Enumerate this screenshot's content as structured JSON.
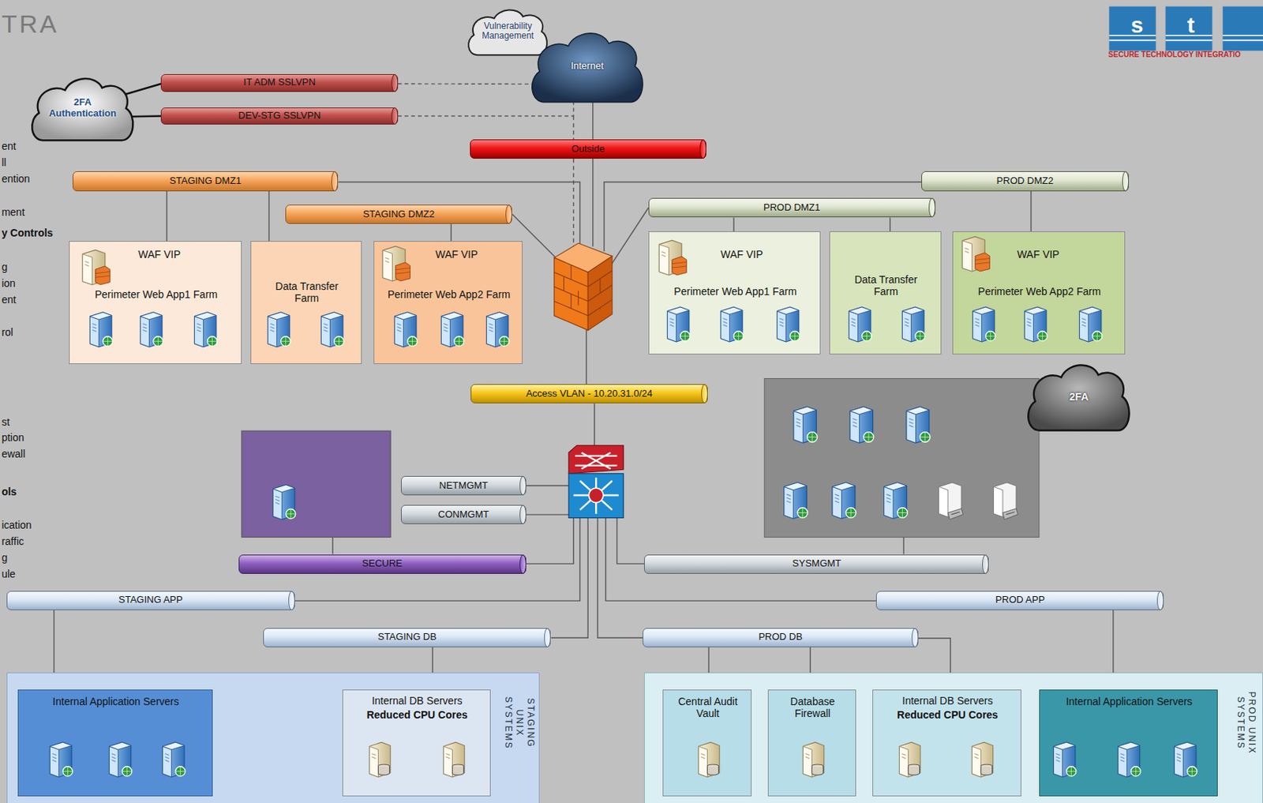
{
  "diagram": {
    "nodes": [
      {
        "text": [
          "Vulnerability Management"
        ]
      },
      {
        "text": [
          "Internet"
        ]
      },
      {
        "text": [
          "2FA Authentication"
        ]
      },
      {
        "text": [
          "IT ADM SSLVPN"
        ]
      },
      {
        "text": [
          "DEV-STG SSLVPN"
        ]
      },
      {
        "text": [
          "Outside"
        ]
      },
      {
        "text": [
          "STAGING DMZ1"
        ]
      },
      {
        "text": [
          "STAGING DMZ2"
        ]
      },
      {
        "text": [
          "PROD DMZ1"
        ]
      },
      {
        "text": [
          "PROD DMZ2"
        ]
      },
      {
        "text": [
          "WAF VIP",
          "Perimeter Web App1 Farm"
        ]
      },
      {
        "text": [
          "Data Transfer Farm"
        ]
      },
      {
        "text": [
          "WAF VIP",
          "Perimeter Web App2 Farm"
        ]
      },
      {
        "text": [
          "WAF VIP",
          "Perimeter Web App1 Farm"
        ]
      },
      {
        "text": [
          "Data Transfer Farm"
        ]
      },
      {
        "text": [
          "WAF VIP",
          "Perimeter Web App2 Farm"
        ]
      },
      {
        "text": [
          "Access VLAN - 10.20.31.0/24"
        ]
      },
      {
        "text": [
          "NETMGMT"
        ]
      },
      {
        "text": [
          "CONMGMT"
        ]
      },
      {
        "text": [
          "SECURE"
        ]
      },
      {
        "text": [
          "SYSMGMT"
        ]
      },
      {
        "text": [
          "STAGING APP"
        ]
      },
      {
        "text": [
          "STAGING DB"
        ]
      },
      {
        "text": [
          "PROD APP"
        ]
      },
      {
        "text": [
          "PROD DB"
        ]
      },
      {
        "text": [
          "STAGING UNIX SYSTEMS"
        ]
      },
      {
        "text": [
          "Internal Application Servers"
        ],
        "in": 25
      },
      {
        "text": [
          "Internal DB Servers",
          "Reduced CPU Cores"
        ],
        "in": 25
      },
      {
        "text": [
          "PROD UNIX SYSTEMS"
        ]
      },
      {
        "text": [
          "Central Audit Vault"
        ],
        "in": 28
      },
      {
        "text": [
          "Database Firewall"
        ],
        "in": 28
      },
      {
        "text": [
          "Internal DB Servers",
          "Reduced CPU Cores"
        ],
        "in": 28
      },
      {
        "text": [
          "Internal Application Servers"
        ],
        "in": 28
      },
      {
        "text": [
          "2FA"
        ]
      }
    ],
    "edges": [
      {
        "from": 2,
        "to": 3,
        "arrow": "none"
      },
      {
        "from": 2,
        "to": 4,
        "arrow": "none"
      },
      {
        "from": 3,
        "to": 1,
        "arrow": "none"
      },
      {
        "from": 4,
        "to": 1,
        "arrow": "none"
      },
      {
        "from": 1,
        "to": 5,
        "arrow": "none"
      },
      {
        "from": 6,
        "to": 10,
        "arrow": "none"
      },
      {
        "from": 6,
        "to": 11,
        "arrow": "none"
      },
      {
        "from": 7,
        "to": 12,
        "arrow": "none"
      },
      {
        "from": 8,
        "to": 13,
        "arrow": "none"
      },
      {
        "from": 8,
        "to": 14,
        "arrow": "none"
      },
      {
        "from": 9,
        "to": 15,
        "arrow": "none"
      },
      {
        "from": 21,
        "to": 26,
        "arrow": "none"
      },
      {
        "from": 22,
        "to": 27,
        "arrow": "none"
      },
      {
        "from": 24,
        "to": 29,
        "arrow": "none"
      },
      {
        "from": 24,
        "to": 30,
        "arrow": "none"
      },
      {
        "from": 24,
        "to": 31,
        "arrow": "none"
      },
      {
        "from": 23,
        "to": 32,
        "arrow": "none"
      }
    ],
    "labels": [
      "TRA",
      "s",
      "t",
      "SECURE TECHNOLOGY INTEGRATIO",
      "ent",
      "ll",
      "ention",
      "ment",
      "y Controls",
      "g",
      "ion",
      "ent",
      "rol",
      "st",
      "ption",
      "ewall",
      "ols",
      "ication",
      "raffic",
      "g",
      "ule"
    ]
  }
}
